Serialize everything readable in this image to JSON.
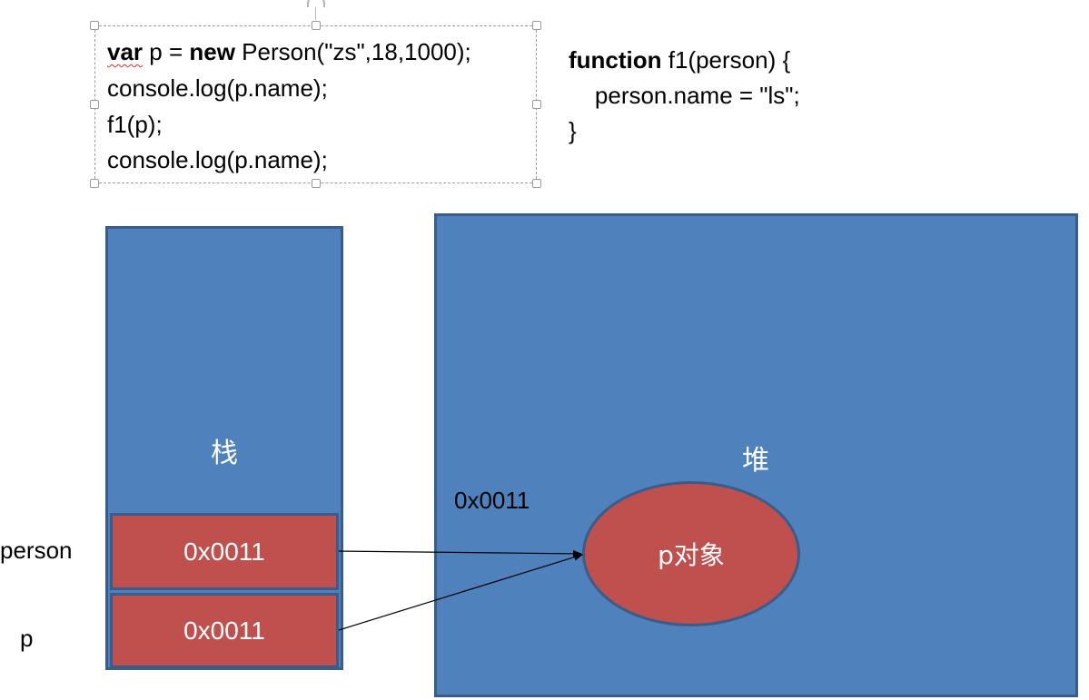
{
  "code": {
    "line1": {
      "kw_var": "var",
      "mid": " p = ",
      "kw_new": "new",
      "rest": " Person(\"zs\",18,1000);"
    },
    "line2": "console.log(p.name);",
    "line3": "f1(p);",
    "line4": "console.log(p.name);"
  },
  "function_code": {
    "line1": {
      "kw": "function",
      "rest": " f1(person) {"
    },
    "line2": "    person.name = \"ls\";",
    "line3": "}"
  },
  "stack": {
    "label": "栈",
    "cells": [
      {
        "var_name": "person",
        "value": "0x0011"
      },
      {
        "var_name": "p",
        "value": "0x0011"
      }
    ]
  },
  "heap": {
    "label": "堆",
    "address": "0x0011",
    "object_label": "p对象"
  },
  "colors": {
    "region_fill": "#4f81bd",
    "region_border": "#385d8a",
    "cell_fill": "#c0504d"
  }
}
